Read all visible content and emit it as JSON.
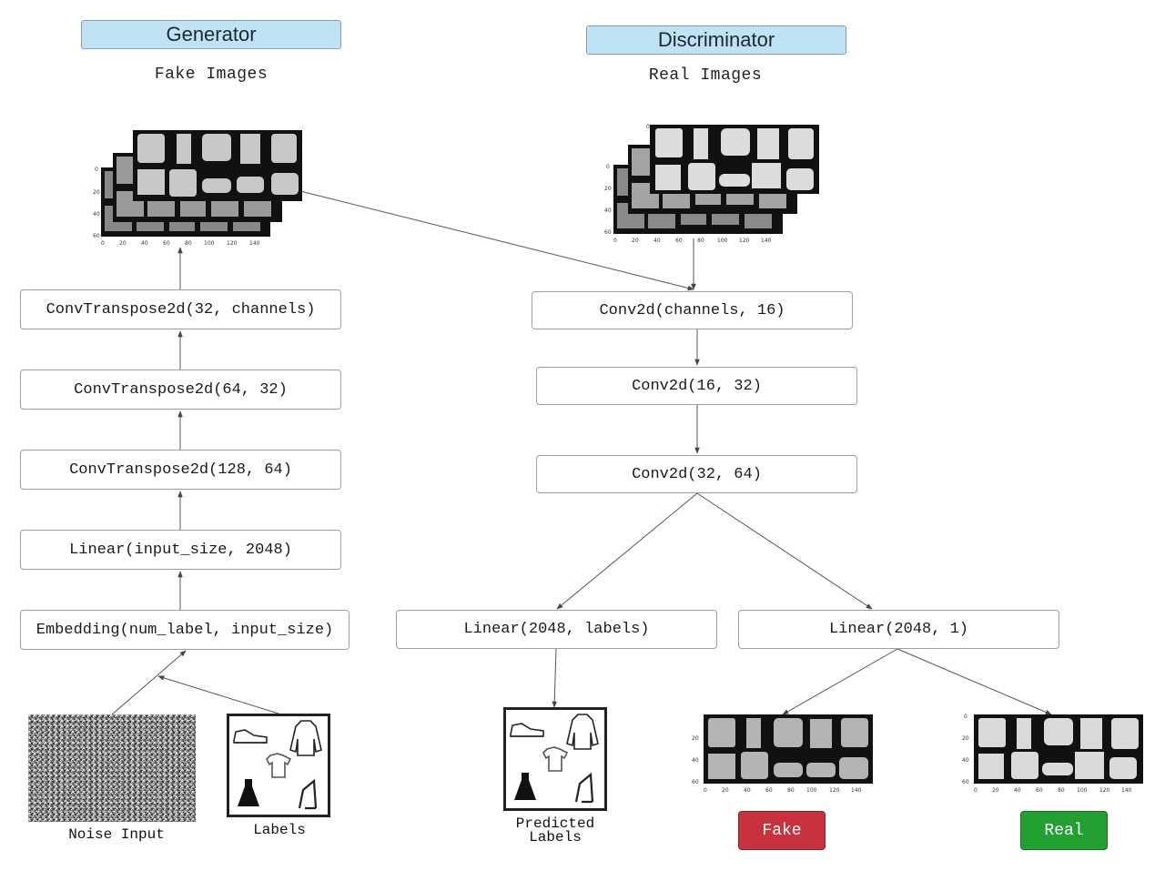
{
  "generator": {
    "title": "Generator",
    "subtitle": "Fake Images",
    "layers": [
      "ConvTranspose2d(32, channels)",
      "ConvTranspose2d(64, 32)",
      "ConvTranspose2d(128, 64)",
      "Linear(input_size, 2048)",
      "Embedding(num_label, input_size)"
    ],
    "noise_caption": "Noise Input",
    "labels_caption": "Labels"
  },
  "discriminator": {
    "title": "Discriminator",
    "subtitle": "Real Images",
    "layers": [
      "Conv2d(channels, 16)",
      "Conv2d(16, 32)",
      "Conv2d(32, 64)"
    ],
    "head_labels": "Linear(2048, labels)",
    "head_binary": "Linear(2048, 1)",
    "predicted_caption_line1": "Predicted",
    "predicted_caption_line2": "Labels"
  },
  "outputs": {
    "fake_label": "Fake",
    "real_label": "Real",
    "fake_color": "#c8313e",
    "real_color": "#23a032"
  },
  "image_grid_ticks": {
    "x": [
      "0",
      "20",
      "40",
      "60",
      "80",
      "100",
      "120",
      "140"
    ],
    "y": [
      "0",
      "20",
      "40",
      "60"
    ]
  },
  "icons": [
    "sneaker-icon",
    "hoodie-icon",
    "tshirt-icon",
    "dress-icon",
    "heel-icon"
  ]
}
